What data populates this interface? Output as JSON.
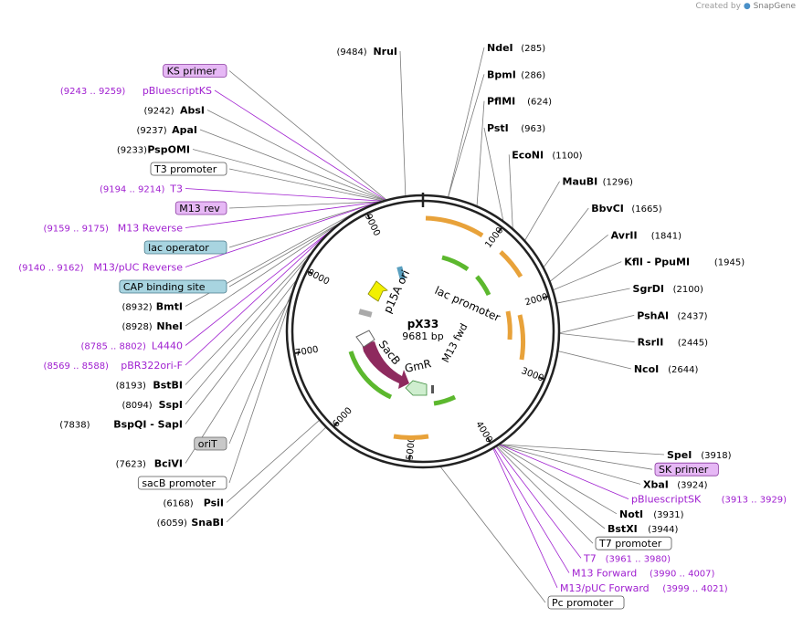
{
  "header": {
    "created_by": "Created by",
    "app": "SnapGene"
  },
  "plasmid": {
    "name": "pX33",
    "size": "9681 bp",
    "length": 9681
  },
  "colors": {
    "backbone": "#222222",
    "site_line": "#7a7a7a",
    "primer": "#a020d0",
    "primer_box_fill": "#e6b8f5",
    "operator_fill": "#a8d4e0",
    "orit_fill": "#c8c8c8",
    "orange": "#e8a23a",
    "green": "#5cb82e",
    "sacb": "#8e2a5e",
    "yellow": "#f2f000"
  },
  "ticks": [
    {
      "label": "1000",
      "bp": 1000
    },
    {
      "label": "2000",
      "bp": 2000
    },
    {
      "label": "3000",
      "bp": 3000
    },
    {
      "label": "4000",
      "bp": 4000
    },
    {
      "label": "5000",
      "bp": 5000
    },
    {
      "label": "6000",
      "bp": 6000
    },
    {
      "label": "7000",
      "bp": 7000
    },
    {
      "label": "8000",
      "bp": 8000
    },
    {
      "label": "9000",
      "bp": 9000
    }
  ],
  "inner_labels": [
    {
      "text": "lac promoter",
      "name": "lac-promoter-feature-label"
    },
    {
      "text": "p15A ori",
      "name": "p15a-ori-feature-label"
    },
    {
      "text": "M13 fwd",
      "name": "m13-fwd-feature-label"
    },
    {
      "text": "SacB",
      "name": "sacb-feature-label"
    },
    {
      "text": "GmR",
      "name": "gmr-feature-label"
    }
  ],
  "right_labels": [
    {
      "kind": "site",
      "name": "NdeI",
      "pos": "(285)",
      "bp": 285
    },
    {
      "kind": "site",
      "name": "BpmI",
      "pos": "(286)",
      "bp": 286
    },
    {
      "kind": "site",
      "name": "PflMI",
      "pos": "(624)",
      "bp": 624
    },
    {
      "kind": "site",
      "name": "PstI",
      "pos": "(963)",
      "bp": 963
    },
    {
      "kind": "site",
      "name": "EcoNI",
      "pos": "(1100)",
      "bp": 1100
    },
    {
      "kind": "site",
      "name": "MauBI",
      "pos": "(1296)",
      "bp": 1296
    },
    {
      "kind": "site",
      "name": "BbvCI",
      "pos": "(1665)",
      "bp": 1665
    },
    {
      "kind": "site",
      "name": "AvrII",
      "pos": "(1841)",
      "bp": 1841
    },
    {
      "kind": "site",
      "name": "KflI  - PpuMI",
      "pos": "(1945)",
      "bp": 1945
    },
    {
      "kind": "site",
      "name": "SgrDI",
      "pos": "(2100)",
      "bp": 2100
    },
    {
      "kind": "site",
      "name": "PshAI",
      "pos": "(2437)",
      "bp": 2437
    },
    {
      "kind": "site",
      "name": "RsrII",
      "pos": "(2445)",
      "bp": 2445
    },
    {
      "kind": "site",
      "name": "NcoI",
      "pos": "(2644)",
      "bp": 2644
    },
    {
      "kind": "site",
      "name": "SpeI",
      "pos": "(3918)",
      "bp": 3918
    },
    {
      "kind": "primer-box",
      "name": "SK primer",
      "pos": "",
      "bp": 3920
    },
    {
      "kind": "site",
      "name": "XbaI",
      "pos": "(3924)",
      "bp": 3924
    },
    {
      "kind": "primer",
      "name": "pBluescriptSK",
      "pos": "(3913 .. 3929)",
      "bp": 3921
    },
    {
      "kind": "site",
      "name": "NotI",
      "pos": "(3931)",
      "bp": 3931
    },
    {
      "kind": "site",
      "name": "BstXI",
      "pos": "(3944)",
      "bp": 3944
    },
    {
      "kind": "box",
      "name": "T7 promoter",
      "pos": "",
      "bp": 3962
    },
    {
      "kind": "primer",
      "name": "T7",
      "pos": "(3961 .. 3980)",
      "bp": 3970
    },
    {
      "kind": "primer",
      "name": "M13 Forward",
      "pos": "(3990 .. 4007)",
      "bp": 3998
    },
    {
      "kind": "primer",
      "name": "M13/pUC Forward",
      "pos": "(3999 .. 4021)",
      "bp": 4010
    },
    {
      "kind": "box",
      "name": "Pc promoter",
      "pos": "",
      "bp": 4640
    }
  ],
  "left_labels": [
    {
      "kind": "site",
      "name": "NruI",
      "pos": "(9484)",
      "bp": 9484
    },
    {
      "kind": "primer-box",
      "name": "KS primer",
      "pos": "",
      "bp": 9260
    },
    {
      "kind": "primer",
      "name": "pBluescriptKS",
      "pos": "(9243 .. 9259)",
      "bp": 9251
    },
    {
      "kind": "site",
      "name": "AbsI",
      "pos": "(9242)",
      "bp": 9242
    },
    {
      "kind": "site",
      "name": "ApaI",
      "pos": "(9237)",
      "bp": 9237
    },
    {
      "kind": "site",
      "name": "PspOMI",
      "pos": "(9233)",
      "bp": 9233
    },
    {
      "kind": "box",
      "name": "T3 promoter",
      "pos": "",
      "bp": 9215
    },
    {
      "kind": "primer",
      "name": "T3",
      "pos": "(9194 .. 9214)",
      "bp": 9204
    },
    {
      "kind": "primer-box",
      "name": "M13 rev",
      "pos": "",
      "bp": 9175
    },
    {
      "kind": "primer",
      "name": "M13 Reverse",
      "pos": "(9159 .. 9175)",
      "bp": 9167
    },
    {
      "kind": "operator",
      "name": "lac operator",
      "pos": "",
      "bp": 9150
    },
    {
      "kind": "primer",
      "name": "M13/pUC Reverse",
      "pos": "(9140 .. 9162)",
      "bp": 9151
    },
    {
      "kind": "operator",
      "name": "CAP binding site",
      "pos": "",
      "bp": 9100
    },
    {
      "kind": "site",
      "name": "BmtI",
      "pos": "(8932)",
      "bp": 8932
    },
    {
      "kind": "site",
      "name": "NheI",
      "pos": "(8928)",
      "bp": 8928
    },
    {
      "kind": "primer",
      "name": "L4440",
      "pos": "(8785 .. 8802)",
      "bp": 8793
    },
    {
      "kind": "primer",
      "name": "pBR322ori-F",
      "pos": "(8569 .. 8588)",
      "bp": 8578
    },
    {
      "kind": "site",
      "name": "BstBI",
      "pos": "(8193)",
      "bp": 8193
    },
    {
      "kind": "site",
      "name": "SspI",
      "pos": "(8094)",
      "bp": 8094
    },
    {
      "kind": "site",
      "name": "BspQI   - SapI",
      "pos": "(7838)",
      "bp": 7838
    },
    {
      "kind": "orit",
      "name": "oriT",
      "pos": "",
      "bp": 7700
    },
    {
      "kind": "site",
      "name": "BciVI",
      "pos": "(7623)",
      "bp": 7623
    },
    {
      "kind": "box",
      "name": "sacB promoter",
      "pos": "",
      "bp": 7550
    },
    {
      "kind": "site",
      "name": "PsiI",
      "pos": "(6168)",
      "bp": 6168
    },
    {
      "kind": "site",
      "name": "SnaBI",
      "pos": "(6059)",
      "bp": 6059
    }
  ]
}
